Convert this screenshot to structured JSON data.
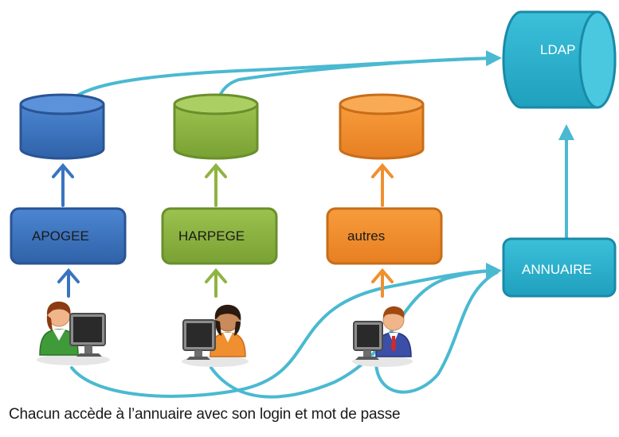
{
  "nodes": {
    "ldap": "LDAP",
    "annuaire": "ANNUAIRE",
    "apogee": "APOGEE",
    "harpege": "HARPEGE",
    "autres": "autres"
  },
  "caption": "Chacun accède à l’annuaire avec son login et mot de passe",
  "colors": {
    "blue": "#3a74c0",
    "green": "#8fb442",
    "orange": "#f08f2f",
    "teal": "#2ab0cc",
    "arrow_teal": "#4ab9d1"
  },
  "icons": [
    "user-at-computer-icon",
    "user-at-computer-icon",
    "user-at-computer-icon"
  ]
}
